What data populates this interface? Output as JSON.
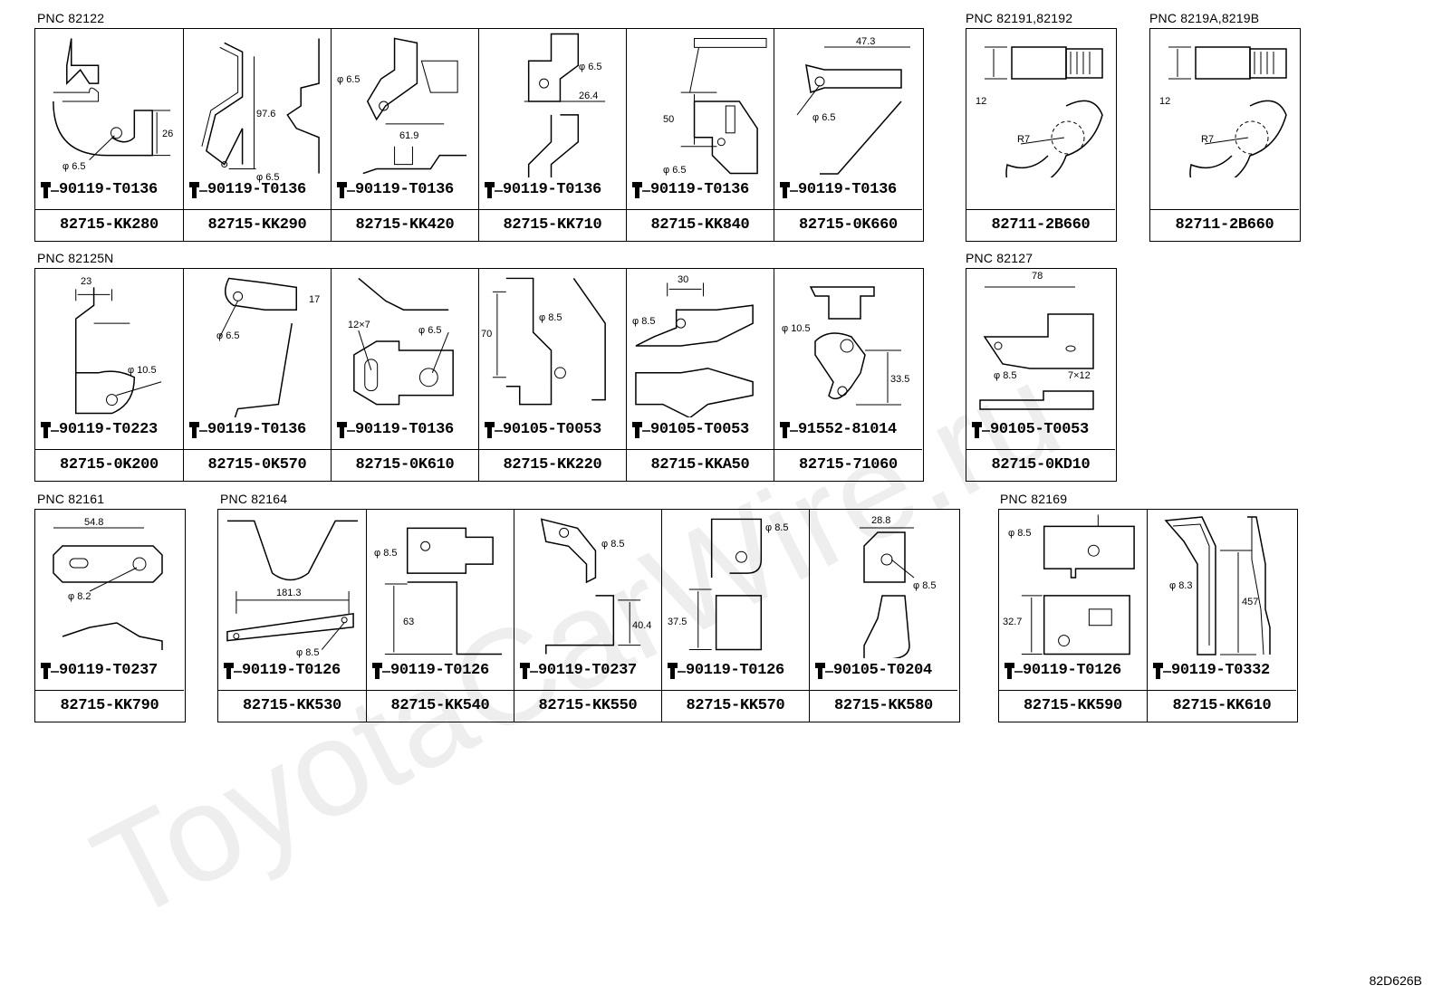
{
  "groups": [
    {
      "pnc": "PNC 82122",
      "cells": [
        {
          "dims": [
            "26",
            "φ 6.5"
          ],
          "bolt": "90119-T0136",
          "part": "82715-KK280"
        },
        {
          "dims": [
            "97.6",
            "φ 6.5"
          ],
          "bolt": "90119-T0136",
          "part": "82715-KK290"
        },
        {
          "dims": [
            "φ 6.5",
            "61.9"
          ],
          "bolt": "90119-T0136",
          "part": "82715-KK420"
        },
        {
          "dims": [
            "φ 6.5",
            "26.4"
          ],
          "bolt": "90119-T0136",
          "part": "82715-KK710"
        },
        {
          "dims": [
            "50",
            "φ 6.5"
          ],
          "bolt": "90119-T0136",
          "part": "82715-KK840"
        },
        {
          "dims": [
            "47.3",
            "φ 6.5"
          ],
          "bolt": "90119-T0136",
          "part": "82715-0K660"
        }
      ]
    },
    {
      "pnc": "PNC 82191,82192",
      "cells": [
        {
          "dims": [
            "12",
            "R7"
          ],
          "bolt": "",
          "part": "82711-2B660"
        }
      ]
    },
    {
      "pnc": "PNC 8219A,8219B",
      "cells": [
        {
          "dims": [
            "12",
            "R7"
          ],
          "bolt": "",
          "part": "82711-2B660"
        }
      ]
    },
    {
      "pnc": "PNC 82125N",
      "cells": [
        {
          "dims": [
            "23",
            "φ 10.5"
          ],
          "bolt": "90119-T0223",
          "part": "82715-0K200"
        },
        {
          "dims": [
            "17",
            "φ 6.5"
          ],
          "bolt": "90119-T0136",
          "part": "82715-0K570"
        },
        {
          "dims": [
            "12×7",
            "φ 6.5"
          ],
          "bolt": "90119-T0136",
          "part": "82715-0K610"
        },
        {
          "dims": [
            "70",
            "φ 8.5"
          ],
          "bolt": "90105-T0053",
          "part": "82715-KK220"
        },
        {
          "dims": [
            "30",
            "φ 8.5"
          ],
          "bolt": "90105-T0053",
          "part": "82715-KKA50"
        },
        {
          "dims": [
            "φ 10.5",
            "33.5"
          ],
          "bolt": "91552-81014",
          "part": "82715-71060"
        }
      ]
    },
    {
      "pnc": "PNC 82127",
      "cells": [
        {
          "dims": [
            "78",
            "φ 8.5",
            "7×12"
          ],
          "bolt": "90105-T0053",
          "part": "82715-0KD10"
        }
      ]
    },
    {
      "pnc": "PNC 82161",
      "cells": [
        {
          "dims": [
            "54.8",
            "φ 8.2"
          ],
          "bolt": "90119-T0237",
          "part": "82715-KK790"
        }
      ]
    },
    {
      "pnc": "PNC 82164",
      "cells": [
        {
          "dims": [
            "181.3",
            "φ 8.5"
          ],
          "bolt": "90119-T0126",
          "part": "82715-KK530"
        },
        {
          "dims": [
            "φ 8.5",
            "63"
          ],
          "bolt": "90119-T0126",
          "part": "82715-KK540"
        },
        {
          "dims": [
            "φ 8.5",
            "40.4"
          ],
          "bolt": "90119-T0237",
          "part": "82715-KK550"
        },
        {
          "dims": [
            "φ 8.5",
            "37.5"
          ],
          "bolt": "90119-T0126",
          "part": "82715-KK570"
        },
        {
          "dims": [
            "28.8",
            "φ 8.5"
          ],
          "bolt": "90105-T0204",
          "part": "82715-KK580"
        }
      ]
    },
    {
      "pnc": "PNC 82169",
      "cells": [
        {
          "dims": [
            "φ 8.5",
            "32.7"
          ],
          "bolt": "90119-T0126",
          "part": "82715-KK590"
        },
        {
          "dims": [
            "φ 8.3",
            "457"
          ],
          "bolt": "90119-T0332",
          "part": "82715-KK610"
        }
      ]
    }
  ],
  "watermark": "ToyotaCarWire.ru",
  "diagram_ref": "82D626B",
  "icons": {
    "bolt": "bolt-icon"
  }
}
